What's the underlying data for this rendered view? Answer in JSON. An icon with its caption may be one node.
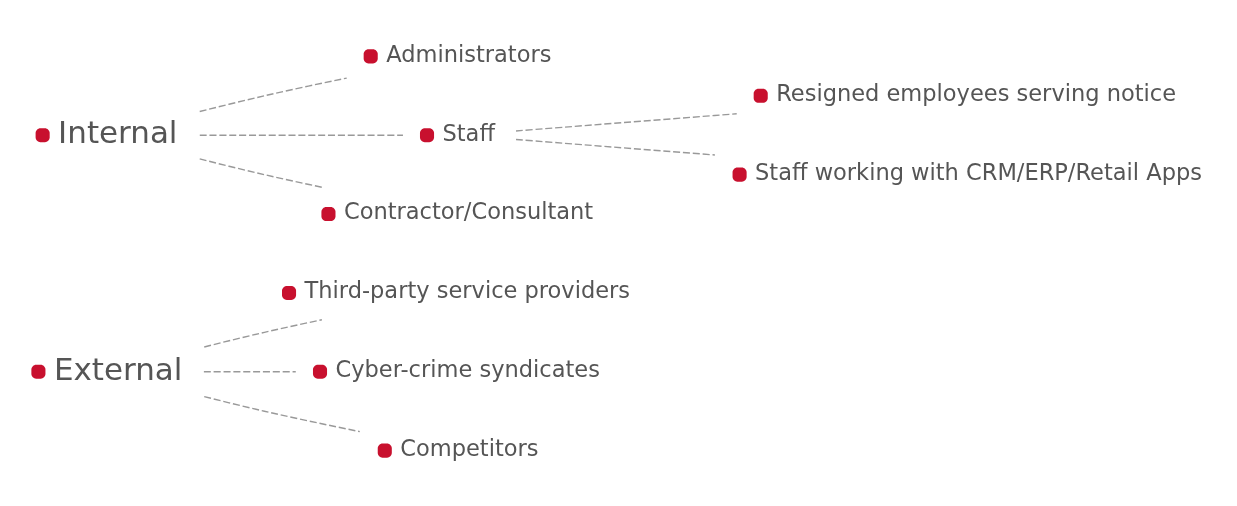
{
  "diagram": {
    "nodes": [
      {
        "text": [
          "External"
        ]
      },
      {
        "text": [
          "Third-party service providers"
        ]
      },
      {
        "text": [
          "Cyber-crime syndicates"
        ]
      },
      {
        "text": [
          "Competitors"
        ]
      },
      {
        "text": [
          "Internal"
        ]
      },
      {
        "text": [
          "Administrators"
        ]
      },
      {
        "text": [
          "Staff"
        ]
      },
      {
        "text": [
          "Resigned employees serving notice"
        ]
      },
      {
        "text": [
          "Staff working with CRM/ERP/Retail Apps"
        ]
      },
      {
        "text": [
          "Contractor/Consultant"
        ]
      }
    ],
    "edges": [
      {
        "from": 0,
        "to": 1,
        "arrow": "none",
        "style": "dashed"
      },
      {
        "from": 0,
        "to": 2,
        "arrow": "none",
        "style": "dashed"
      },
      {
        "from": 0,
        "to": 3,
        "arrow": "none",
        "style": "dashed"
      },
      {
        "from": 4,
        "to": 5,
        "arrow": "none",
        "style": "dashed"
      },
      {
        "from": 4,
        "to": 6,
        "arrow": "none",
        "style": "dashed"
      },
      {
        "from": 6,
        "to": 7,
        "arrow": "none",
        "style": "dashed"
      },
      {
        "from": 6,
        "to": 8,
        "arrow": "none",
        "style": "dashed"
      },
      {
        "from": 4,
        "to": 9,
        "arrow": "none",
        "style": "dashed"
      }
    ]
  }
}
